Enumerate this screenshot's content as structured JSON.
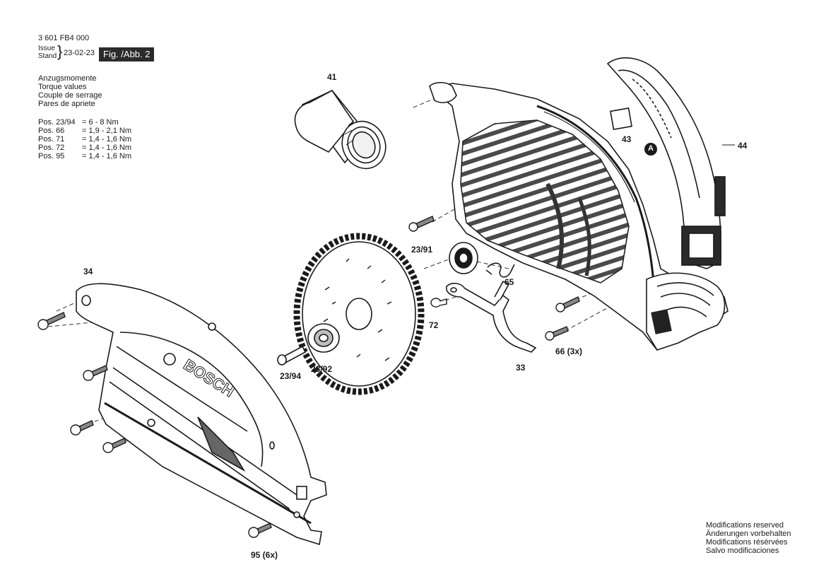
{
  "header": {
    "part_number": "3 601 FB4 000",
    "issue_label": "Issue",
    "stand_label": "Stand",
    "date": "23-02-23",
    "figure_label": "Fig. /Abb. 2"
  },
  "torque": {
    "titles": [
      "Anzugsmomente",
      "Torque values",
      "Couple de serrage",
      "Pares de apriete"
    ],
    "rows": [
      {
        "pos": "Pos. 23/94",
        "value": "= 6 - 8 Nm"
      },
      {
        "pos": "Pos. 66",
        "value": "= 1,9 - 2,1 Nm"
      },
      {
        "pos": "Pos. 71",
        "value": "= 1,4 - 1,6 Nm"
      },
      {
        "pos": "Pos. 72",
        "value": "= 1,4 - 1,6 Nm"
      },
      {
        "pos": "Pos. 95",
        "value": "= 1,4 - 1,6 Nm"
      }
    ]
  },
  "callouts": {
    "c41": "41",
    "c43": "43",
    "c44": "44",
    "cA": "A",
    "c2391": "23/91",
    "c34": "34",
    "c65": "65",
    "c72": "72",
    "c33": "33",
    "c66": "66 (3x)",
    "c2394": "23/94",
    "c2392": "23/92",
    "c95": "95 (6x)"
  },
  "brand_lettering": "BOSCH",
  "footer": [
    "Modifications reserved",
    "Änderungen vorbehalten",
    "Modifications résérvées",
    "Salvo modificaciones"
  ]
}
